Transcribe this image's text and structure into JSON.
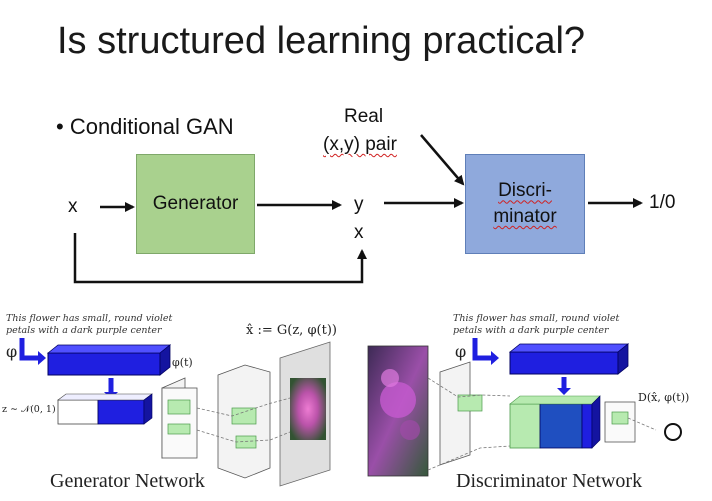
{
  "slide": {
    "title": "Is structured learning practical?",
    "bullet": "Conditional GAN"
  },
  "diagram": {
    "input_label": "x",
    "generator_label": "Generator",
    "output_y": "y",
    "output_x": "x",
    "real_pair_line1": "Real",
    "real_pair_line2": "(x,y) pair",
    "discriminator_line1": "Discri-",
    "discriminator_line2": "minator",
    "result_label": "1/0"
  },
  "figure": {
    "caption_left_line1": "This flower has small, round violet",
    "caption_left_line2": "petals with a dark purple center",
    "caption_right_line1": "This flower has small, round violet",
    "caption_right_line2": "petals with a dark purple center",
    "phi_left": "φ",
    "phi_right": "φ",
    "phi_t": "φ(t)",
    "z_dist": "z ∼ 𝒩(0, 1)",
    "gen_formula": "x̂ := G(z, φ(t))",
    "disc_formula": "D(x̂, φ(t))",
    "generator_network": "Generator Network",
    "discriminator_network": "Discriminator Network"
  },
  "colors": {
    "generator_fill": "#a9d18e",
    "discriminator_fill": "#8fa9dc",
    "embedding_blue": "#1f1fe0",
    "feature_green": "#b7eab0"
  }
}
